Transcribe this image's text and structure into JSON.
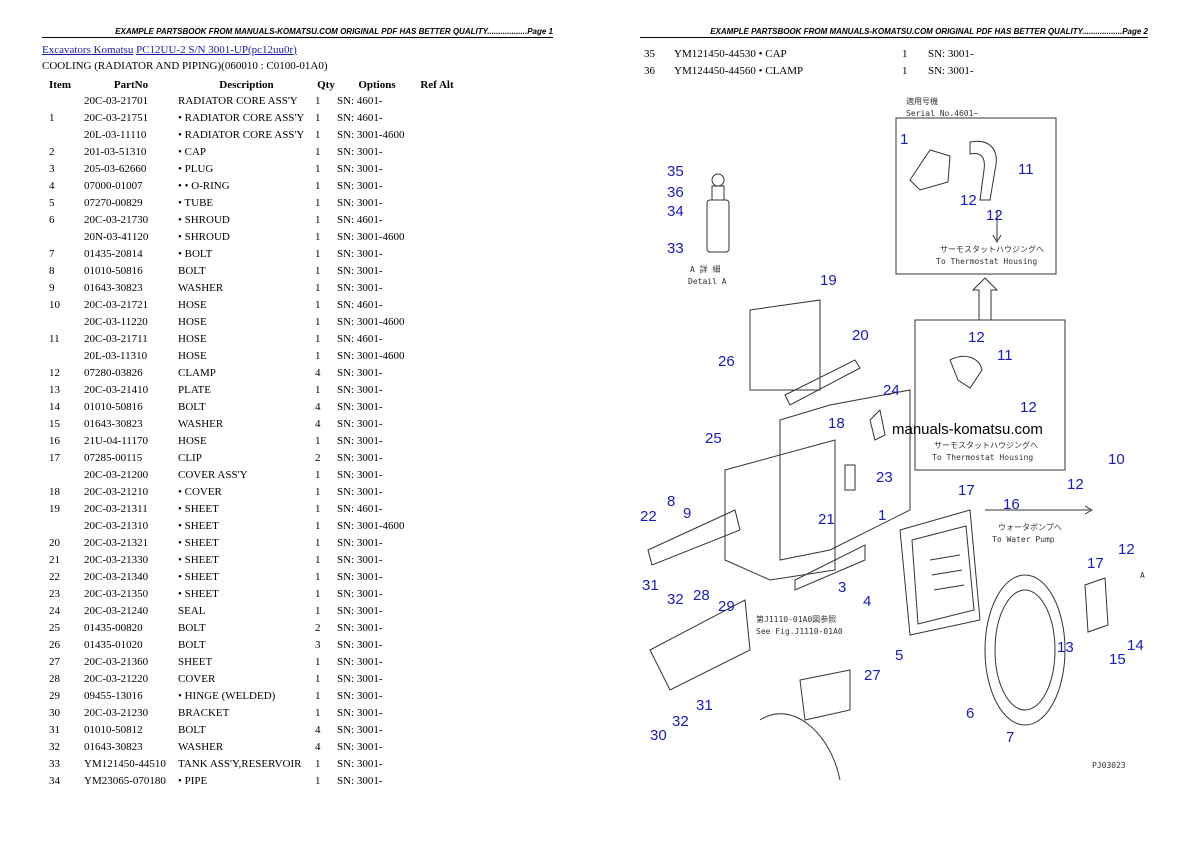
{
  "page1": {
    "header": "EXAMPLE PARTSBOOK FROM MANUALS-KOMATSU.COM ORIGINAL PDF HAS BETTER QUALITY..................Page 1",
    "breadcrumb": {
      "category": "Excavators Komatsu",
      "model": "PC12UU-2 S/N 3001-UP(pc12uu0r)"
    },
    "subtitle": "COOLING (RADIATOR AND PIPING)(060010 : C0100-01A0)",
    "columns": [
      "Item",
      "PartNo",
      "Description",
      "Qty",
      "Options",
      "Ref Alt"
    ],
    "rows": [
      {
        "item": "",
        "part": "20C-03-21701",
        "desc": "RADIATOR CORE ASS'Y",
        "qty": "1",
        "opt": "SN: 4601-"
      },
      {
        "item": "1",
        "part": "20C-03-21751",
        "desc": "• RADIATOR CORE ASS'Y",
        "qty": "1",
        "opt": "SN: 4601-"
      },
      {
        "item": "",
        "part": "20L-03-11110",
        "desc": "• RADIATOR CORE ASS'Y",
        "qty": "1",
        "opt": "SN: 3001-4600"
      },
      {
        "item": "2",
        "part": "201-03-51310",
        "desc": "• CAP",
        "qty": "1",
        "opt": "SN: 3001-"
      },
      {
        "item": "3",
        "part": "205-03-62660",
        "desc": "• PLUG",
        "qty": "1",
        "opt": "SN: 3001-"
      },
      {
        "item": "4",
        "part": "07000-01007",
        "desc": "• • O-RING",
        "qty": "1",
        "opt": "SN: 3001-"
      },
      {
        "item": "5",
        "part": "07270-00829",
        "desc": "• TUBE",
        "qty": "1",
        "opt": "SN: 3001-"
      },
      {
        "item": "6",
        "part": "20C-03-21730",
        "desc": "• SHROUD",
        "qty": "1",
        "opt": "SN: 4601-"
      },
      {
        "item": "",
        "part": "20N-03-41120",
        "desc": "• SHROUD",
        "qty": "1",
        "opt": "SN: 3001-4600"
      },
      {
        "item": "7",
        "part": "01435-20814",
        "desc": "• BOLT",
        "qty": "1",
        "opt": "SN: 3001-"
      },
      {
        "item": "8",
        "part": "01010-50816",
        "desc": "BOLT",
        "qty": "1",
        "opt": "SN: 3001-"
      },
      {
        "item": "9",
        "part": "01643-30823",
        "desc": "WASHER",
        "qty": "1",
        "opt": "SN: 3001-"
      },
      {
        "item": "10",
        "part": "20C-03-21721",
        "desc": "HOSE",
        "qty": "1",
        "opt": "SN: 4601-"
      },
      {
        "item": "",
        "part": "20C-03-11220",
        "desc": "HOSE",
        "qty": "1",
        "opt": "SN: 3001-4600"
      },
      {
        "item": "11",
        "part": "20C-03-21711",
        "desc": "HOSE",
        "qty": "1",
        "opt": "SN: 4601-"
      },
      {
        "item": "",
        "part": "20L-03-11310",
        "desc": "HOSE",
        "qty": "1",
        "opt": "SN: 3001-4600"
      },
      {
        "item": "12",
        "part": "07280-03826",
        "desc": "CLAMP",
        "qty": "4",
        "opt": "SN: 3001-"
      },
      {
        "item": "13",
        "part": "20C-03-21410",
        "desc": "PLATE",
        "qty": "1",
        "opt": "SN: 3001-"
      },
      {
        "item": "14",
        "part": "01010-50816",
        "desc": "BOLT",
        "qty": "4",
        "opt": "SN: 3001-"
      },
      {
        "item": "15",
        "part": "01643-30823",
        "desc": "WASHER",
        "qty": "4",
        "opt": "SN: 3001-"
      },
      {
        "item": "16",
        "part": "21U-04-11170",
        "desc": "HOSE",
        "qty": "1",
        "opt": "SN: 3001-"
      },
      {
        "item": "17",
        "part": "07285-00115",
        "desc": "CLIP",
        "qty": "2",
        "opt": "SN: 3001-"
      },
      {
        "item": "",
        "part": "20C-03-21200",
        "desc": "COVER ASS'Y",
        "qty": "1",
        "opt": "SN: 3001-"
      },
      {
        "item": "18",
        "part": "20C-03-21210",
        "desc": "• COVER",
        "qty": "1",
        "opt": "SN: 3001-"
      },
      {
        "item": "19",
        "part": "20C-03-21311",
        "desc": "• SHEET",
        "qty": "1",
        "opt": "SN: 4601-"
      },
      {
        "item": "",
        "part": "20C-03-21310",
        "desc": "• SHEET",
        "qty": "1",
        "opt": "SN: 3001-4600"
      },
      {
        "item": "20",
        "part": "20C-03-21321",
        "desc": "• SHEET",
        "qty": "1",
        "opt": "SN: 3001-"
      },
      {
        "item": "21",
        "part": "20C-03-21330",
        "desc": "• SHEET",
        "qty": "1",
        "opt": "SN: 3001-"
      },
      {
        "item": "22",
        "part": "20C-03-21340",
        "desc": "• SHEET",
        "qty": "1",
        "opt": "SN: 3001-"
      },
      {
        "item": "23",
        "part": "20C-03-21350",
        "desc": "• SHEET",
        "qty": "1",
        "opt": "SN: 3001-"
      },
      {
        "item": "24",
        "part": "20C-03-21240",
        "desc": "SEAL",
        "qty": "1",
        "opt": "SN: 3001-"
      },
      {
        "item": "25",
        "part": "01435-00820",
        "desc": "BOLT",
        "qty": "2",
        "opt": "SN: 3001-"
      },
      {
        "item": "26",
        "part": "01435-01020",
        "desc": "BOLT",
        "qty": "3",
        "opt": "SN: 3001-"
      },
      {
        "item": "27",
        "part": "20C-03-21360",
        "desc": "SHEET",
        "qty": "1",
        "opt": "SN: 3001-"
      },
      {
        "item": "28",
        "part": "20C-03-21220",
        "desc": "COVER",
        "qty": "1",
        "opt": "SN: 3001-"
      },
      {
        "item": "29",
        "part": "09455-13016",
        "desc": "• HINGE (WELDED)",
        "qty": "1",
        "opt": "SN: 3001-"
      },
      {
        "item": "30",
        "part": "20C-03-21230",
        "desc": "BRACKET",
        "qty": "1",
        "opt": "SN: 3001-"
      },
      {
        "item": "31",
        "part": "01010-50812",
        "desc": "BOLT",
        "qty": "4",
        "opt": "SN: 3001-"
      },
      {
        "item": "32",
        "part": "01643-30823",
        "desc": "WASHER",
        "qty": "4",
        "opt": "SN: 3001-"
      },
      {
        "item": "33",
        "part": "YM121450-44510",
        "desc": "TANK ASS'Y,RESERVOIR",
        "qty": "1",
        "opt": "SN: 3001-"
      },
      {
        "item": "34",
        "part": "YM23065-070180",
        "desc": "• PIPE",
        "qty": "1",
        "opt": "SN: 3001-"
      }
    ]
  },
  "page2": {
    "header": "EXAMPLE PARTSBOOK FROM MANUALS-KOMATSU.COM ORIGINAL PDF HAS BETTER QUALITY..................Page 2",
    "rows": [
      {
        "item": "35",
        "part": "YM121450-44530",
        "desc": "• CAP",
        "qty": "1",
        "opt": "SN: 3001-"
      },
      {
        "item": "36",
        "part": "YM124450-44560",
        "desc": "• CLAMP",
        "qty": "1",
        "opt": "SN: 3001-"
      }
    ],
    "diagram": {
      "watermark": "manuals-komatsu.com",
      "inset_serial_jp": "適用号機",
      "inset_serial": "Serial No.4601~",
      "to_thermostat_jp": "サーモスタットハウジングへ",
      "to_thermostat": "To Thermostat Housing",
      "to_water_pump_jp": "ウォータポンプへ",
      "to_water_pump": "To Water Pump",
      "detail_jp": "A 詳 細",
      "detail": "Detail A",
      "see_fig_jp": "第J1110-01A0図参照",
      "see_fig": "See Fig.J1110-01A0",
      "view_a": "A",
      "figure_code": "PJ03023"
    }
  }
}
